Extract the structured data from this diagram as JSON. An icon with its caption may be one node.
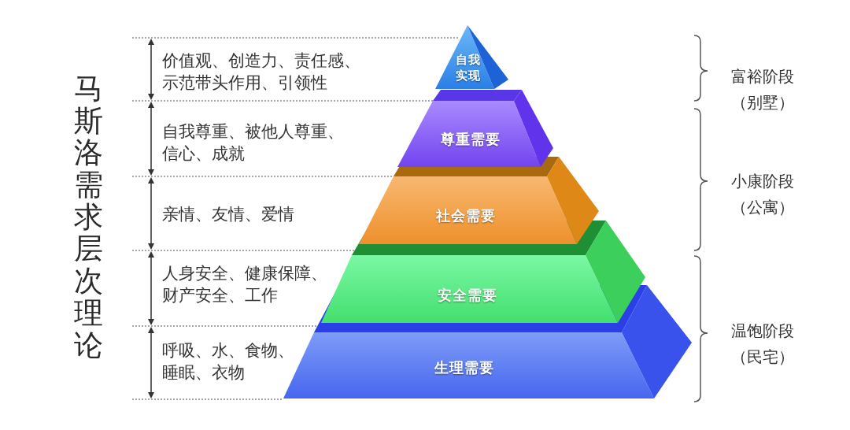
{
  "diagram": {
    "title": "马斯洛需求层次理论",
    "nodes": [
      {
        "text": [
          "自我实现"
        ]
      },
      {
        "text": [
          "尊重需要"
        ]
      },
      {
        "text": [
          "社会需要"
        ]
      },
      {
        "text": [
          "安全需要"
        ]
      },
      {
        "text": [
          "生理需要"
        ]
      }
    ],
    "labels": [
      "价值观、创造力、责任感、示范带头作用、引领性",
      "自我尊重、被他人尊重、信心、成就",
      "亲情、友情、爱情",
      "人身安全、健康保障、财产安全、工作",
      "呼吸、水、食物、睡眠、衣物",
      "富裕阶段（别墅）",
      "小康阶段（公寓）",
      "温饱阶段（民宅）"
    ]
  }
}
